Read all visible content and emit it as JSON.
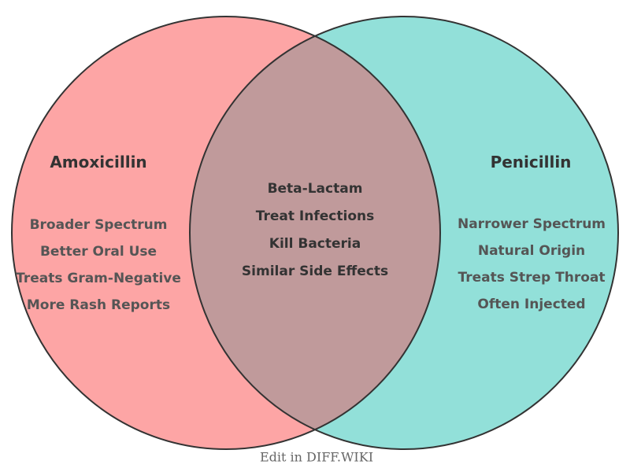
{
  "venn": {
    "left": {
      "title": "Amoxicillin",
      "items": [
        "Broader Spectrum",
        "Better Oral Use",
        "Treats Gram-Negative",
        "More Rash Reports"
      ],
      "color": "#FDA5A5"
    },
    "right": {
      "title": "Penicillin",
      "items": [
        "Narrower Spectrum",
        "Natural Origin",
        "Treats Strep Throat",
        "Often Injected"
      ],
      "color": "#92E0D9"
    },
    "center": {
      "items": [
        "Beta-Lactam",
        "Treat Infections",
        "Kill Bacteria",
        "Similar Side Effects"
      ],
      "color": "#C09A9B"
    },
    "outline_color": "#333333",
    "footer": "Edit in DIFF.WIKI"
  }
}
